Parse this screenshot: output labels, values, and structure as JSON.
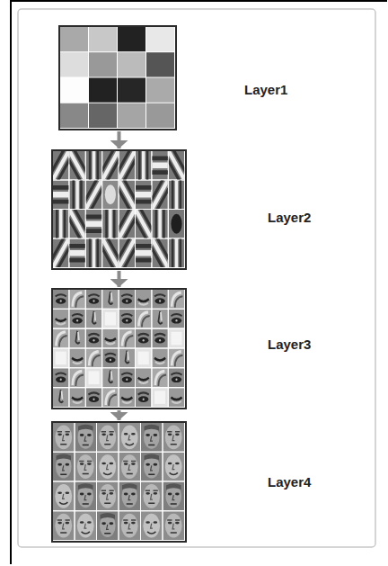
{
  "diagram": {
    "nodes": [
      {
        "text": [
          "Layer1"
        ]
      },
      {
        "text": [
          "Layer2"
        ]
      },
      {
        "text": [
          "Layer3"
        ]
      },
      {
        "text": [
          "Layer4"
        ]
      }
    ],
    "edges": [
      {
        "from": 0,
        "to": 1,
        "arrow": "to"
      },
      {
        "from": 1,
        "to": 2,
        "arrow": "to"
      },
      {
        "from": 2,
        "to": 3,
        "arrow": "to"
      }
    ]
  }
}
